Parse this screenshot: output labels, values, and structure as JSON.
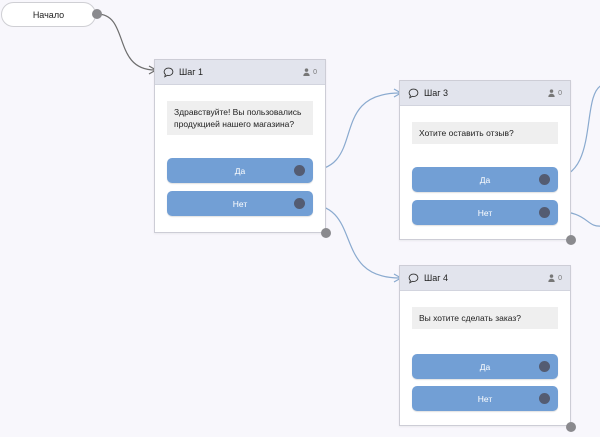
{
  "start": {
    "label": "Начало"
  },
  "steps": [
    {
      "title": "Шаг 1",
      "count": "0",
      "message": "Здравствуйте! Вы пользовались продукцией нашего магазина?",
      "buttons": [
        {
          "label": "Да"
        },
        {
          "label": "Нет"
        }
      ]
    },
    {
      "title": "Шаг 3",
      "count": "0",
      "message": "Хотите оставить отзыв?",
      "buttons": [
        {
          "label": "Да"
        },
        {
          "label": "Нет"
        }
      ]
    },
    {
      "title": "Шаг 4",
      "count": "0",
      "message": "Вы хотите сделать заказ?",
      "buttons": [
        {
          "label": "Да"
        },
        {
          "label": "Нет"
        }
      ]
    }
  ],
  "colors": {
    "button": "#729fd5",
    "button_port": "#545c72",
    "link_start": "#6e6e6e",
    "link_answer": "#8aaacf",
    "header": "#e2e4ed",
    "node_port": "#8a8a8e"
  }
}
